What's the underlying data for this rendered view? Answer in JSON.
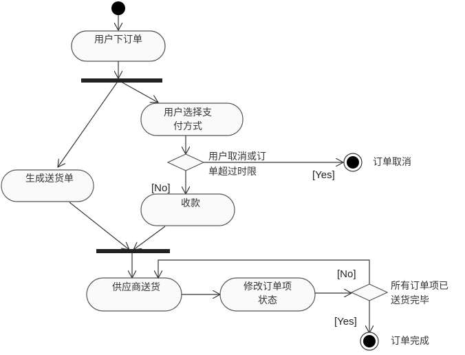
{
  "diagram": {
    "type": "UML activity diagram",
    "activities": {
      "place_order": "用户下订单",
      "choose_payment_line1": "用户选择支",
      "choose_payment_line2": "付方式",
      "generate_delivery": "生成送货单",
      "collect_payment": "收款",
      "supplier_ship": "供应商送货",
      "update_status_line1": "修改订单项",
      "update_status_line2": "状态"
    },
    "decisions": {
      "cancel_line1": "用户取消或订",
      "cancel_line2": "单超过时限",
      "all_delivered_line1": "所有订单项已",
      "all_delivered_line2": "送货完毕"
    },
    "guards": {
      "cancel_yes": "[Yes]",
      "cancel_no": "[No]",
      "delivered_no": "[No]",
      "delivered_yes": "[Yes]"
    },
    "final_labels": {
      "cancelled": "订单取消",
      "completed": "订单完成"
    }
  }
}
